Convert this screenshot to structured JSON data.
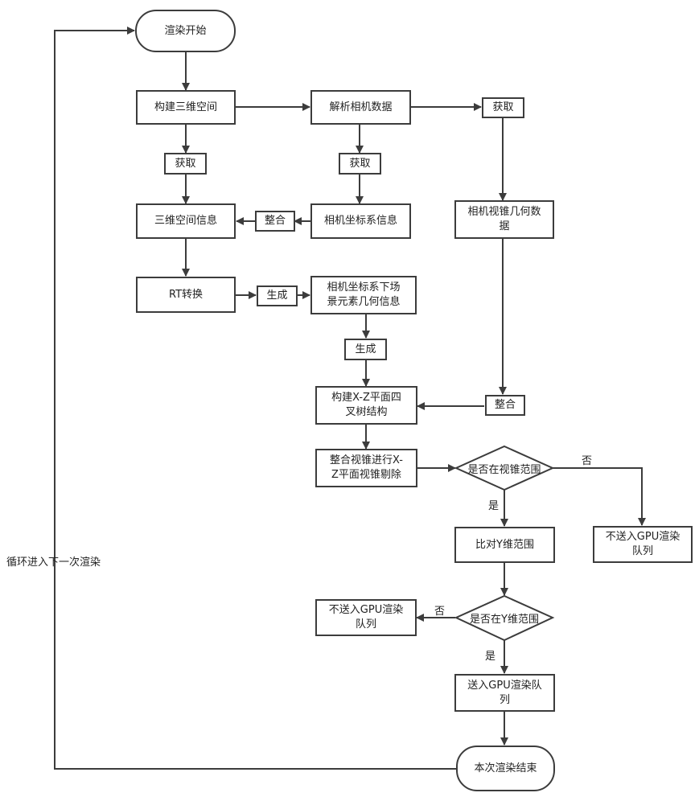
{
  "nodes": {
    "start": "渲染开始",
    "build_space": "构建三维空间",
    "parse_camera": "解析相机数据",
    "get1": "获取",
    "get2": "获取",
    "get3": "获取",
    "space_info": "三维空间信息",
    "merge1": "整合",
    "cam_coord": "相机坐标系信息",
    "frustum_geo": "相机视锥几何数\n据",
    "rt": "RT转换",
    "gen1": "生成",
    "scene_geo": "相机坐标系下场\n景元素几何信息",
    "gen2": "生成",
    "quadtree": "构建X-Z平面四\n叉树结构",
    "merge2": "整合",
    "cull": "整合视锥进行X-\nZ平面视锥剔除",
    "in_frustum": "是否在视锥范围",
    "no1": "否",
    "not_send1": "不送入GPU渲染\n队列",
    "yes1": "是",
    "compare_y": "比对Y维范围",
    "in_y": "是否在Y维范围",
    "no2": "否",
    "not_send2": "不送入GPU渲染\n队列",
    "yes2": "是",
    "send": "送入GPU渲染队\n列",
    "end": "本次渲染结束",
    "loop": "循环进入下一次渲染"
  },
  "colors": {
    "stroke": "#3c3c3c",
    "text": "#222222",
    "background": "#ffffff"
  }
}
